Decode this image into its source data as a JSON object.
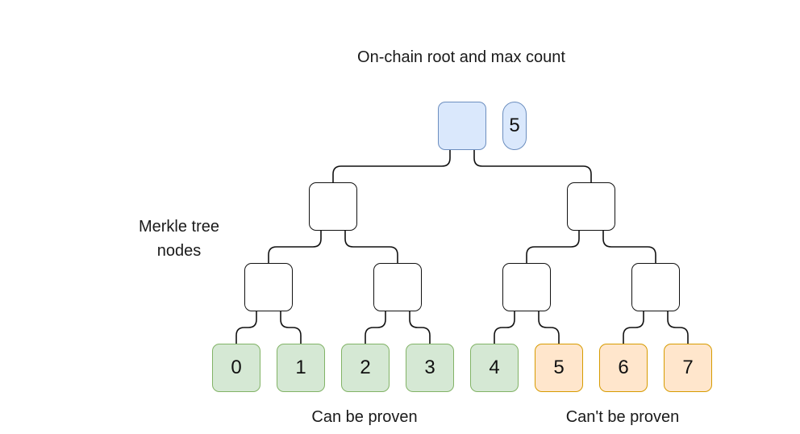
{
  "labels": {
    "root": "On-chain root and max count",
    "nodes": "Merkle tree nodes",
    "provable": "Can be proven",
    "unprovable": "Can't be proven"
  },
  "max_count": "5",
  "leaves": [
    {
      "label": "0",
      "status": "provable"
    },
    {
      "label": "1",
      "status": "provable"
    },
    {
      "label": "2",
      "status": "provable"
    },
    {
      "label": "3",
      "status": "provable"
    },
    {
      "label": "4",
      "status": "provable"
    },
    {
      "label": "5",
      "status": "unprovable"
    },
    {
      "label": "6",
      "status": "unprovable"
    },
    {
      "label": "7",
      "status": "unprovable"
    }
  ],
  "colors": {
    "root_fill": "#dae8fc",
    "root_stroke": "#6c8ebf",
    "provable_fill": "#d5e8d4",
    "provable_stroke": "#82b366",
    "unprovable_fill": "#ffe6cc",
    "unprovable_stroke": "#d79b00"
  }
}
